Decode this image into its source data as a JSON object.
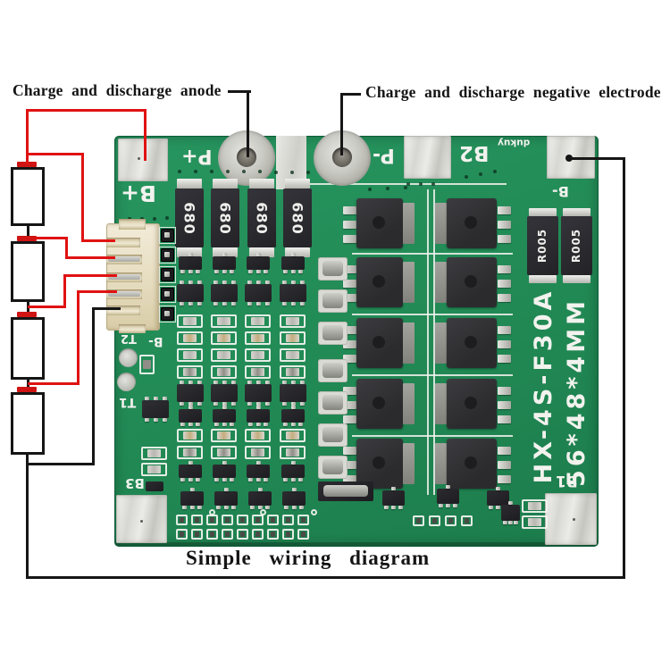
{
  "annotations": {
    "anode_label": "Charge and discharge anode",
    "negative_label": "Charge and discharge negative electrode",
    "caption": "Simple  wiring  diagram"
  },
  "batteries": {
    "count": 4,
    "terminal_color": "#d01414"
  },
  "wiring": {
    "balance_wire_count": 5,
    "wire_red": "#e01212",
    "wire_black": "#161616"
  },
  "board": {
    "model": "HX-4S-F30A",
    "size": "56*48*4MM",
    "brand": "dukuy",
    "silkscreen": {
      "p_plus": "P+",
      "p_minus": "P-",
      "b_plus": "B+",
      "b_minus": "B-",
      "b_minus_inner": "B-",
      "b1": "B1",
      "b2": "B2",
      "b3": "B3",
      "t1": "T1",
      "t2": "T2"
    },
    "components": {
      "inductor_label": "680",
      "inductor_count": 4,
      "shunt_label": "R005",
      "shunt_count": 2,
      "mosfet_count": 10
    },
    "colors": {
      "pcb_green": "#218954",
      "pad_silver": "#e4e4e0",
      "hole_silver": "#c8c8c2"
    },
    "connector": {
      "pin_count": 5
    }
  }
}
